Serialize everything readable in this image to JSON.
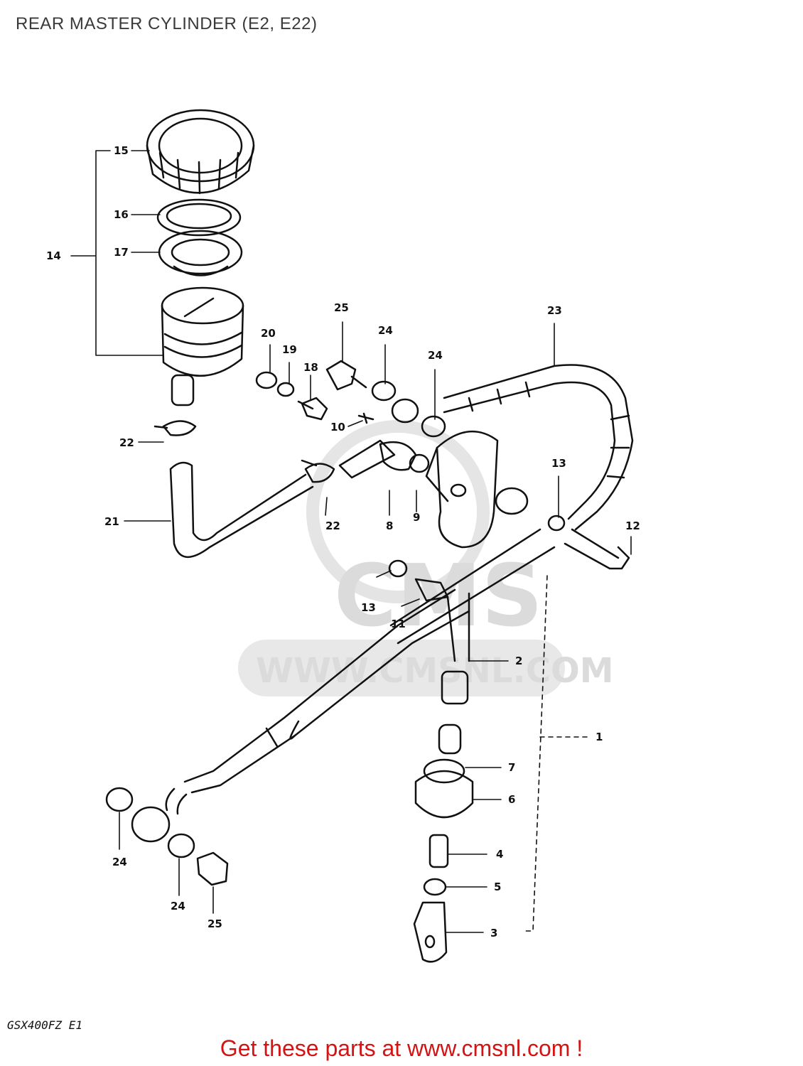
{
  "title": "REAR MASTER CYLINDER (E2, E22)",
  "watermark": {
    "brand": "CMS",
    "url": "WWW.CMSNL.COM",
    "color": "#d8d8d8"
  },
  "labels": {
    "p1": "1",
    "p2": "2",
    "p3": "3",
    "p4": "4",
    "p5": "5",
    "p6": "6",
    "p7": "7",
    "p8": "8",
    "p9": "9",
    "p10": "10",
    "p11": "11",
    "p12": "12",
    "p13a": "13",
    "p13b": "13",
    "p14": "14",
    "p15": "15",
    "p16": "16",
    "p17": "17",
    "p18": "18",
    "p19": "19",
    "p20": "20",
    "p21": "21",
    "p22a": "22",
    "p22b": "22",
    "p23": "23",
    "p24a": "24",
    "p24b": "24",
    "p24c": "24",
    "p24d": "24",
    "p25a": "25",
    "p25b": "25"
  },
  "model_code": "GSX400FZ E1",
  "footer": {
    "text": "Get these parts at www.cmsnl.com !",
    "color": "#d21414"
  }
}
